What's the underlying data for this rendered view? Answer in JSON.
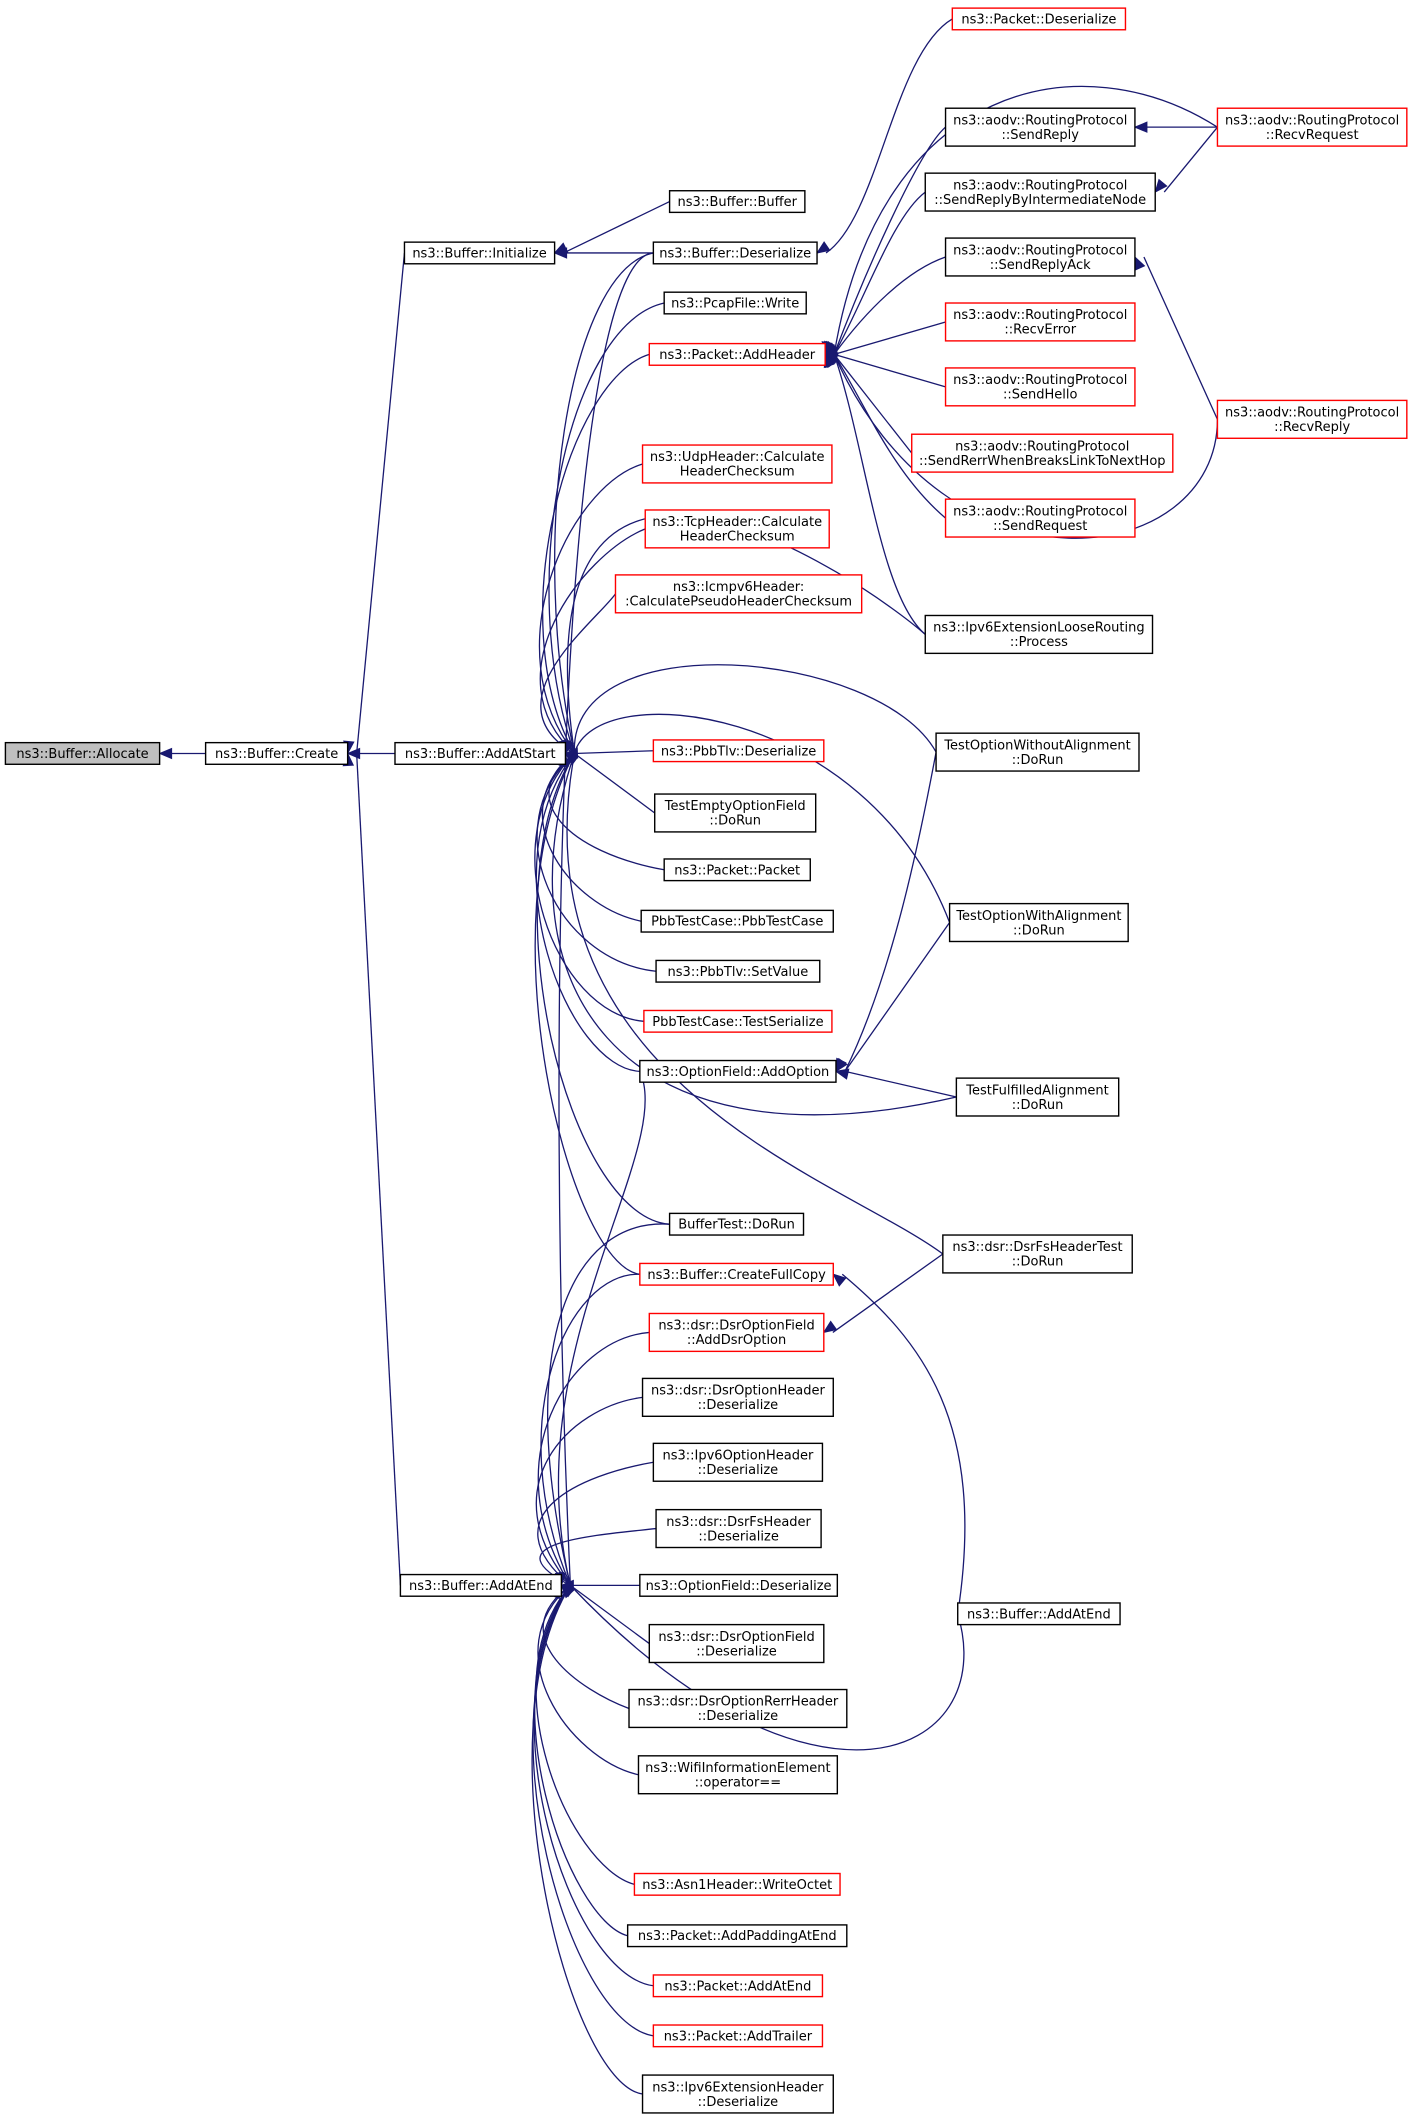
{
  "graph": {
    "direction": "right-to-left caller graph",
    "colors": {
      "edge": "#191970",
      "normal_border": "#000000",
      "truncated_border": "#ff0000",
      "root_fill": "#bfbfbf"
    },
    "nodes": [
      {
        "id": "allocate",
        "lines": [
          "ns3::Buffer::Allocate"
        ],
        "style": "root"
      },
      {
        "id": "create",
        "lines": [
          "ns3::Buffer::Create"
        ],
        "style": "normal"
      },
      {
        "id": "initialize",
        "lines": [
          "ns3::Buffer::Initialize"
        ],
        "style": "normal"
      },
      {
        "id": "addatstart",
        "lines": [
          "ns3::Buffer::AddAtStart"
        ],
        "style": "normal"
      },
      {
        "id": "addatend",
        "lines": [
          "ns3::Buffer::AddAtEnd"
        ],
        "style": "normal"
      },
      {
        "id": "bufbuffer",
        "lines": [
          "ns3::Buffer::Buffer"
        ],
        "style": "normal"
      },
      {
        "id": "bufdeser",
        "lines": [
          "ns3::Buffer::Deserialize"
        ],
        "style": "normal"
      },
      {
        "id": "pcapwrite",
        "lines": [
          "ns3::PcapFile::Write"
        ],
        "style": "normal"
      },
      {
        "id": "addheader",
        "lines": [
          "ns3::Packet::AddHeader"
        ],
        "style": "red"
      },
      {
        "id": "udpcsum",
        "lines": [
          "ns3::UdpHeader::Calculate",
          "HeaderChecksum"
        ],
        "style": "red"
      },
      {
        "id": "tcpcsum",
        "lines": [
          "ns3::TcpHeader::Calculate",
          "HeaderChecksum"
        ],
        "style": "red"
      },
      {
        "id": "icmpcsum",
        "lines": [
          "ns3::Icmpv6Header:",
          ":CalculatePseudoHeaderChecksum"
        ],
        "style": "red"
      },
      {
        "id": "pbbdeser",
        "lines": [
          "ns3::PbbTlv::Deserialize"
        ],
        "style": "red"
      },
      {
        "id": "testempty",
        "lines": [
          "TestEmptyOptionField",
          "::DoRun"
        ],
        "style": "normal"
      },
      {
        "id": "packetpacket",
        "lines": [
          "ns3::Packet::Packet"
        ],
        "style": "normal"
      },
      {
        "id": "pbbtestcase",
        "lines": [
          "PbbTestCase::PbbTestCase"
        ],
        "style": "normal"
      },
      {
        "id": "pbbsetvalue",
        "lines": [
          "ns3::PbbTlv::SetValue"
        ],
        "style": "normal"
      },
      {
        "id": "pbbtestser",
        "lines": [
          "PbbTestCase::TestSerialize"
        ],
        "style": "red"
      },
      {
        "id": "addoption",
        "lines": [
          "ns3::OptionField::AddOption"
        ],
        "style": "normal"
      },
      {
        "id": "buffertest",
        "lines": [
          "BufferTest::DoRun"
        ],
        "style": "normal"
      },
      {
        "id": "fullcopy",
        "lines": [
          "ns3::Buffer::CreateFullCopy"
        ],
        "style": "red"
      },
      {
        "id": "adddsropt",
        "lines": [
          "ns3::dsr::DsrOptionField",
          "::AddDsrOption"
        ],
        "style": "red"
      },
      {
        "id": "dsrohdeser",
        "lines": [
          "ns3::dsr::DsrOptionHeader",
          "::Deserialize"
        ],
        "style": "normal"
      },
      {
        "id": "ipv6ohdeser",
        "lines": [
          "ns3::Ipv6OptionHeader",
          "::Deserialize"
        ],
        "style": "normal"
      },
      {
        "id": "dsrfsdeser",
        "lines": [
          "ns3::dsr::DsrFsHeader",
          "::Deserialize"
        ],
        "style": "normal"
      },
      {
        "id": "ofdeser",
        "lines": [
          "ns3::OptionField::Deserialize"
        ],
        "style": "normal"
      },
      {
        "id": "dsrofdeser",
        "lines": [
          "ns3::dsr::DsrOptionField",
          "::Deserialize"
        ],
        "style": "normal"
      },
      {
        "id": "dsrrerrdeser",
        "lines": [
          "ns3::dsr::DsrOptionRerrHeader",
          "::Deserialize"
        ],
        "style": "normal"
      },
      {
        "id": "wifiop",
        "lines": [
          "ns3::WifiInformationElement",
          "::operator=="
        ],
        "style": "normal"
      },
      {
        "id": "asn1",
        "lines": [
          "ns3::Asn1Header::WriteOctet"
        ],
        "style": "red"
      },
      {
        "id": "addpadding",
        "lines": [
          "ns3::Packet::AddPaddingAtEnd"
        ],
        "style": "normal"
      },
      {
        "id": "pktaddatend",
        "lines": [
          "ns3::Packet::AddAtEnd"
        ],
        "style": "red"
      },
      {
        "id": "addtrailer",
        "lines": [
          "ns3::Packet::AddTrailer"
        ],
        "style": "red"
      },
      {
        "id": "ipv6exthdr",
        "lines": [
          "ns3::Ipv6ExtensionHeader",
          "::Deserialize"
        ],
        "style": "normal"
      },
      {
        "id": "pktdeser",
        "lines": [
          "ns3::Packet::Deserialize"
        ],
        "style": "red"
      },
      {
        "id": "sendreply",
        "lines": [
          "ns3::aodv::RoutingProtocol",
          "::SendReply"
        ],
        "style": "normal"
      },
      {
        "id": "sendreplyint",
        "lines": [
          "ns3::aodv::RoutingProtocol",
          "::SendReplyByIntermediateNode"
        ],
        "style": "normal"
      },
      {
        "id": "sendreplyack",
        "lines": [
          "ns3::aodv::RoutingProtocol",
          "::SendReplyAck"
        ],
        "style": "normal"
      },
      {
        "id": "recverror",
        "lines": [
          "ns3::aodv::RoutingProtocol",
          "::RecvError"
        ],
        "style": "red"
      },
      {
        "id": "sendhello",
        "lines": [
          "ns3::aodv::RoutingProtocol",
          "::SendHello"
        ],
        "style": "red"
      },
      {
        "id": "sendrerr",
        "lines": [
          "ns3::aodv::RoutingProtocol",
          "::SendRerrWhenBreaksLinkToNextHop"
        ],
        "style": "red"
      },
      {
        "id": "sendrequest",
        "lines": [
          "ns3::aodv::RoutingProtocol",
          "::SendRequest"
        ],
        "style": "red"
      },
      {
        "id": "ipv6loose",
        "lines": [
          "ns3::Ipv6ExtensionLooseRouting",
          "::Process"
        ],
        "style": "normal"
      },
      {
        "id": "testwithout",
        "lines": [
          "TestOptionWithoutAlignment",
          "::DoRun"
        ],
        "style": "normal"
      },
      {
        "id": "testwith",
        "lines": [
          "TestOptionWithAlignment",
          "::DoRun"
        ],
        "style": "normal"
      },
      {
        "id": "testfull",
        "lines": [
          "TestFulfilledAlignment",
          "::DoRun"
        ],
        "style": "normal"
      },
      {
        "id": "dsrfstest",
        "lines": [
          "ns3::dsr::DsrFsHeaderTest",
          "::DoRun"
        ],
        "style": "normal"
      },
      {
        "id": "bufaddatend",
        "lines": [
          "ns3::Buffer::AddAtEnd"
        ],
        "style": "normal"
      },
      {
        "id": "recvrequest",
        "lines": [
          "ns3::aodv::RoutingProtocol",
          "::RecvRequest"
        ],
        "style": "red"
      },
      {
        "id": "recvreply",
        "lines": [
          "ns3::aodv::RoutingProtocol",
          "::RecvReply"
        ],
        "style": "red"
      }
    ]
  }
}
